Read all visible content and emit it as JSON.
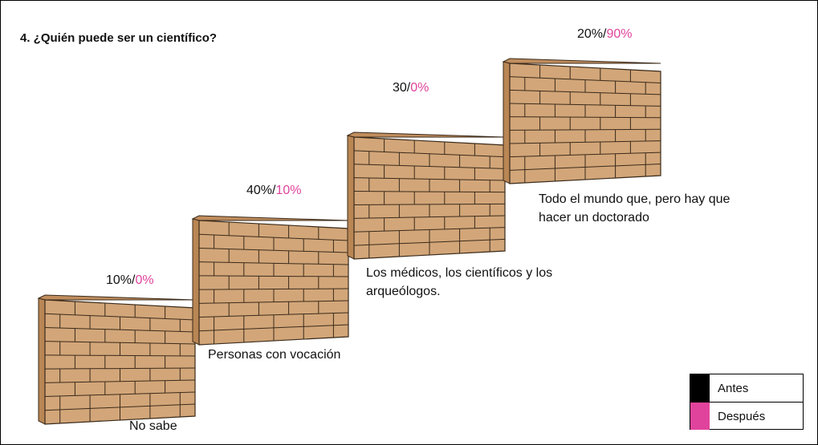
{
  "title": "4. ¿Quién puede ser un científico?",
  "steps": [
    {
      "label_lines": [
        "No sabe"
      ],
      "before": "10%",
      "separator": "/",
      "after": "0%"
    },
    {
      "label_lines": [
        "Personas con vocación"
      ],
      "before": "40%",
      "separator": "/",
      "after": "10%"
    },
    {
      "label_lines": [
        "Los médicos, los científicos y los",
        "arqueólogos."
      ],
      "before": "30",
      "separator": "/",
      "after": "0%"
    },
    {
      "label_lines": [
        "Todo el mundo que, pero hay que",
        "hacer un doctorado"
      ],
      "before": "20%",
      "separator": "/",
      "after": "90%"
    }
  ],
  "legend": [
    {
      "label": "Antes",
      "color": "#000000"
    },
    {
      "label": "Después",
      "color": "#e0439c"
    }
  ],
  "colors": {
    "brick": "#d2a679",
    "mortar": "#3a2a1a",
    "after_text": "#e0439c"
  }
}
